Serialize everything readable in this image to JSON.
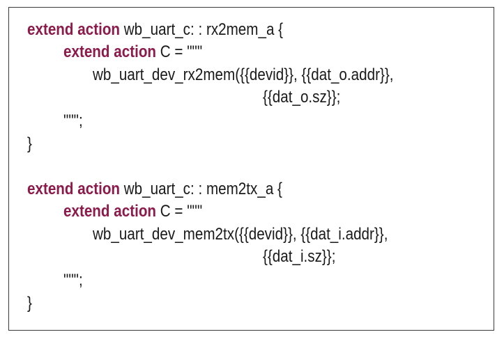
{
  "code_block": {
    "keyword": "extend action",
    "lines": [
      {
        "keyword": true,
        "text": " wb_uart_c: : rx2mem_a {"
      },
      {
        "keyword": true,
        "text": " C = \"\"\""
      },
      {
        "keyword": false,
        "text": "wb_uart_dev_rx2mem({{devid}}, {{dat_o.addr}},"
      },
      {
        "keyword": false,
        "text": "{{dat_o.sz}};"
      },
      {
        "keyword": false,
        "text": "\"\"\";"
      },
      {
        "keyword": false,
        "text": "}"
      },
      {
        "keyword": false,
        "text": ""
      },
      {
        "keyword": true,
        "text": " wb_uart_c: : mem2tx_a {"
      },
      {
        "keyword": true,
        "text": " C = \"\"\""
      },
      {
        "keyword": false,
        "text": "wb_uart_dev_mem2tx({{devid}}, {{dat_i.addr}},"
      },
      {
        "keyword": false,
        "text": "{{dat_i.sz}};"
      },
      {
        "keyword": false,
        "text": "\"\"\";"
      },
      {
        "keyword": false,
        "text": "}"
      }
    ]
  }
}
